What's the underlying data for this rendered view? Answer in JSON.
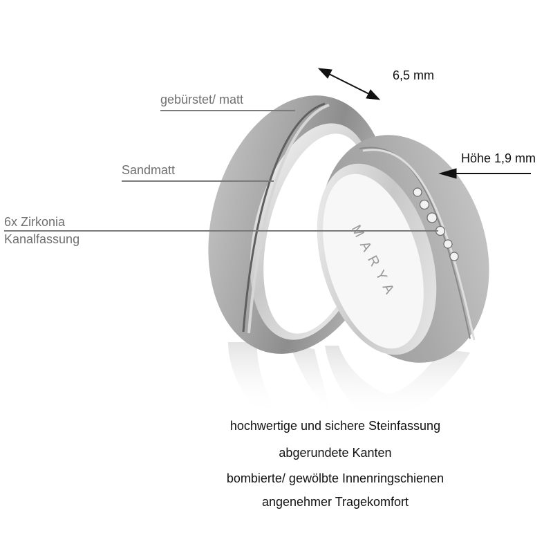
{
  "product": {
    "brand_engraving": "MARYA",
    "colors": {
      "background": "#ffffff",
      "label_text": "#707070",
      "leader_line": "#7a7a7a",
      "dimension_text": "#111111",
      "metal_light": "#e6e6e6",
      "metal_mid": "#a9a9a9",
      "metal_dark": "#7c7c7c"
    }
  },
  "dimensions": {
    "width": "6,5 mm",
    "height": "Höhe 1,9 mm"
  },
  "callouts": {
    "finish_top": "gebürstet/ matt",
    "finish_middle": "Sandmatt",
    "stones_line1": "6x Zirkonia",
    "stones_line2": "Kanalfassung"
  },
  "features": [
    "hochwertige und sichere Steinfassung",
    "abgerundete Kanten",
    "bombierte/ gewölbte Innenringschienen",
    "angenehmer Tragekomfort"
  ],
  "icons": {
    "width_arrow": "double-headed-arrow",
    "height_arrow": "left-arrow"
  }
}
